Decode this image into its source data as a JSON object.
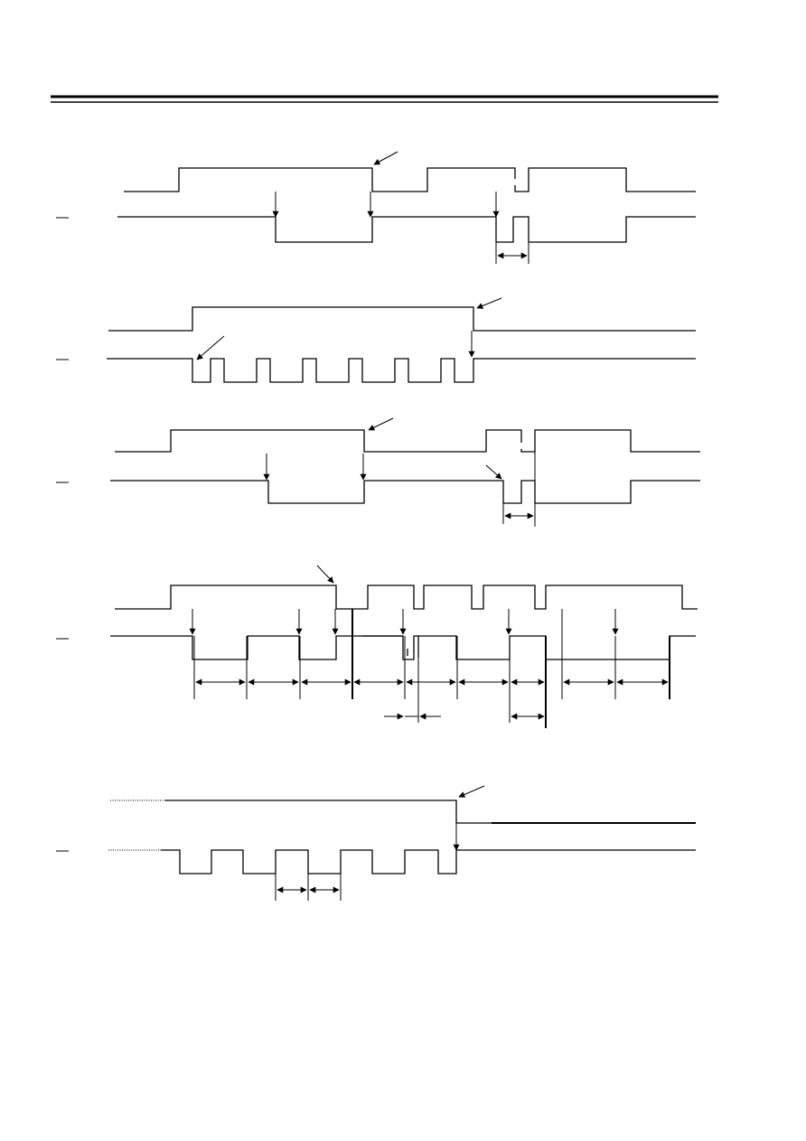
{
  "diagram": {
    "type": "timing-diagram",
    "line_color": "#000000",
    "background": "#ffffff",
    "sections": [
      {
        "id": "timing-diagram-1",
        "signals": [
          "signal-upper",
          "signal-lower-active-low"
        ]
      },
      {
        "id": "timing-diagram-2",
        "signals": [
          "signal-upper",
          "signal-lower-active-low"
        ]
      },
      {
        "id": "timing-diagram-3",
        "signals": [
          "signal-upper",
          "signal-lower-active-low"
        ]
      },
      {
        "id": "timing-diagram-4",
        "signals": [
          "signal-upper",
          "signal-lower-active-low"
        ]
      },
      {
        "id": "timing-diagram-5",
        "signals": [
          "signal-upper",
          "signal-lower-active-low"
        ]
      }
    ]
  }
}
